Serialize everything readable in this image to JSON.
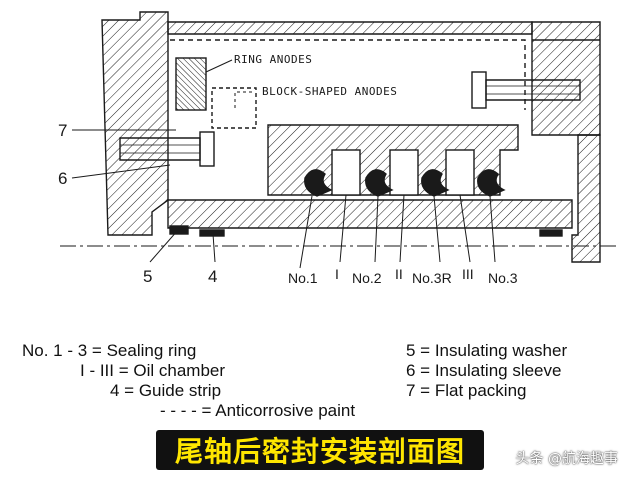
{
  "drawing_labels": {
    "ring_anodes": "RING ANODES",
    "block_anodes": "BLOCK-SHAPED ANODES",
    "n7": "7",
    "n6": "6",
    "n5": "5",
    "n4": "4",
    "p_no1": "No.1",
    "p_I": "I",
    "p_no2": "No.2",
    "p_II": "II",
    "p_no3r": "No.3R",
    "p_III": "III",
    "p_no3": "No.3"
  },
  "legend": {
    "left": [
      "No. 1 - 3 = Sealing ring",
      "I - III = Oil chamber",
      "4 = Guide strip",
      "- - - - = Anticorrosive paint"
    ],
    "right": [
      "5 = Insulating washer",
      "6 = Insulating sleeve",
      "7 = Flat packing"
    ]
  },
  "caption": "尾轴后密封安装剖面图",
  "watermark": "头条 @航海趣事",
  "colors": {
    "caption_bg": "#111111",
    "caption_text": "#ffe600",
    "line": "#1a1a1a"
  }
}
